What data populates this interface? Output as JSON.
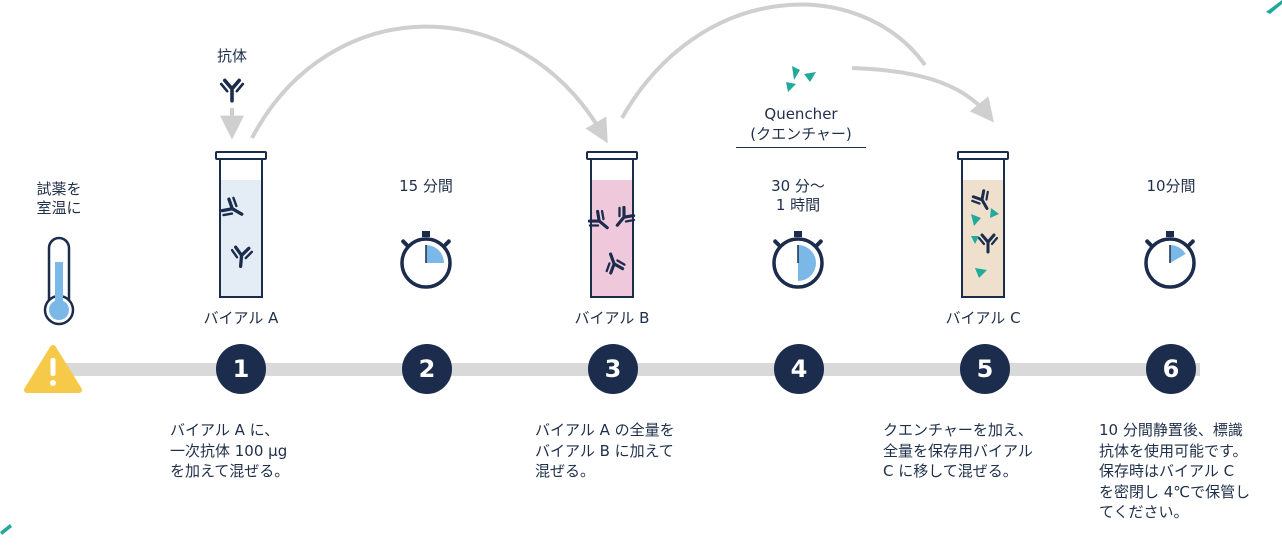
{
  "antibody_label": "抗体",
  "room_temp_label": [
    "試薬を",
    "室温に"
  ],
  "quencher": {
    "name": "Quencher",
    "reading": "(クエンチャー)"
  },
  "vial_labels": [
    "バイアル A",
    "バイアル B",
    "バイアル C"
  ],
  "timer_labels": {
    "step2": "15 分間",
    "step4": [
      "30 分〜",
      "1 時間"
    ],
    "step6": "10分間"
  },
  "timer_fill_fraction": {
    "step2": 0.25,
    "step4": 0.5,
    "step6": 0.167
  },
  "steps": [
    "1",
    "2",
    "3",
    "4",
    "5",
    "6"
  ],
  "descriptions": {
    "step1": [
      "バイアル A に、",
      "一次抗体 100 µg",
      "を加えて混ぜる。"
    ],
    "step3": [
      "バイアル A の全量を",
      "バイアル B に加えて",
      "混ぜる。"
    ],
    "step5": [
      "クエンチャーを加え、",
      "全量を保存用バイアル",
      "C に移して混ぜる。"
    ],
    "step6": [
      "10 分間静置後、標識",
      "抗体を使用可能です。",
      "保存時はバイアル C",
      "を密閉し 4℃で保管し",
      "てください。"
    ]
  },
  "colors": {
    "navy": "#1c2c4d",
    "timeline": "#d9d9d9",
    "arrow": "#cfcfcf",
    "vial_a": "#e4edf6",
    "vial_b": "#f0c8dc",
    "vial_c": "#eee0cc",
    "teal": "#22a99b",
    "timer_fill": "#7bb8e8",
    "warning": "#f7c948",
    "thermo": "#7bb8e8"
  }
}
